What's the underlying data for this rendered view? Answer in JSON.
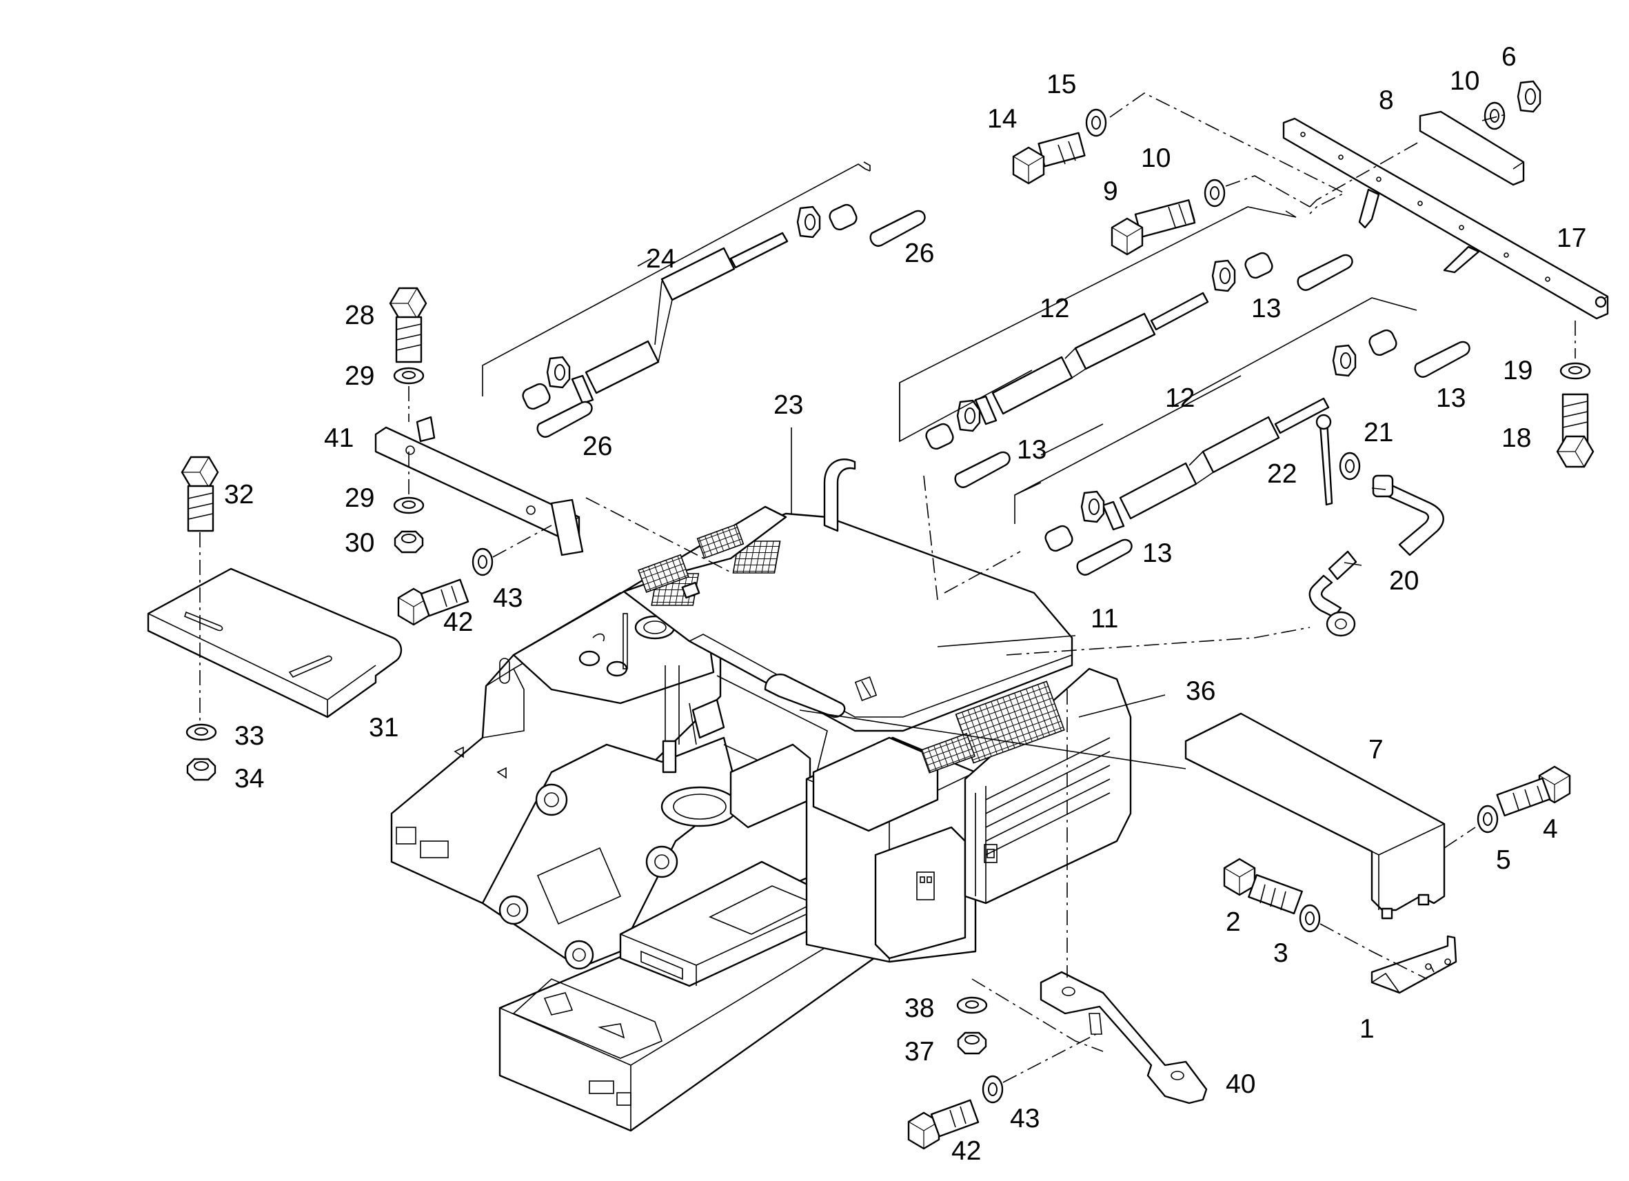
{
  "callouts": {
    "c1": "1",
    "c2": "2",
    "c3": "3",
    "c4": "4",
    "c5": "5",
    "c6": "6",
    "c7": "7",
    "c8": "8",
    "c9": "9",
    "c10a": "10",
    "c10b": "10",
    "c11": "11",
    "c12a": "12",
    "c12b": "12",
    "c13a": "13",
    "c13b": "13",
    "c13c": "13",
    "c13d": "13",
    "c14": "14",
    "c15": "15",
    "c17": "17",
    "c18": "18",
    "c19": "19",
    "c20": "20",
    "c21": "21",
    "c22": "22",
    "c23": "23",
    "c24": "24",
    "c26a": "26",
    "c26b": "26",
    "c28": "28",
    "c29a": "29",
    "c29b": "29",
    "c30": "30",
    "c31": "31",
    "c32": "32",
    "c33": "33",
    "c34": "34",
    "c36": "36",
    "c37": "37",
    "c38": "38",
    "c40": "40",
    "c41": "41",
    "c42a": "42",
    "c42b": "42",
    "c43a": "43",
    "c43b": "43"
  },
  "colors": {
    "line": "#000000",
    "background": "#ffffff"
  }
}
